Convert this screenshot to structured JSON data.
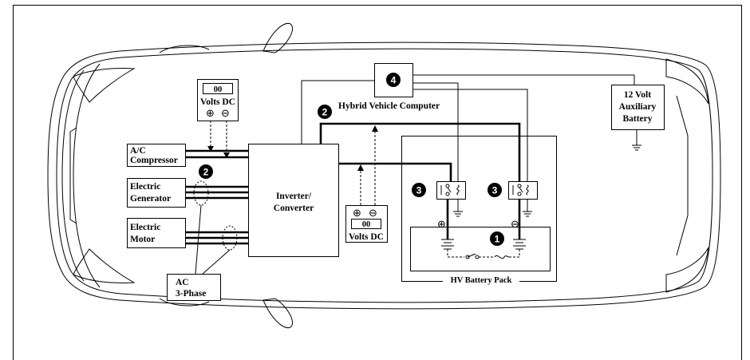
{
  "labels": {
    "ac_compressor": [
      "A/C",
      "Compressor"
    ],
    "electric_generator": [
      "Electric",
      "Generator"
    ],
    "electric_motor": [
      "Electric",
      "Motor"
    ],
    "inverter_converter": [
      "Inverter/",
      "Converter"
    ],
    "hybrid_vehicle_computer": "Hybrid Vehicle Computer",
    "aux_battery": [
      "12 Volt",
      "Auxiliary",
      "Battery"
    ],
    "hv_battery_pack": "HV Battery Pack",
    "ac_3phase": [
      "AC",
      "3-Phase"
    ]
  },
  "meters": [
    {
      "reading": "00",
      "unit": "Volts DC",
      "plus": "⊕",
      "minus": "⊖"
    },
    {
      "reading": "00",
      "unit": "Volts DC",
      "plus": "⊕",
      "minus": "⊖"
    }
  ],
  "callouts": [
    "1",
    "2",
    "2",
    "3",
    "3",
    "4"
  ],
  "polarity": {
    "plus": "⊕",
    "minus": "⊖"
  }
}
